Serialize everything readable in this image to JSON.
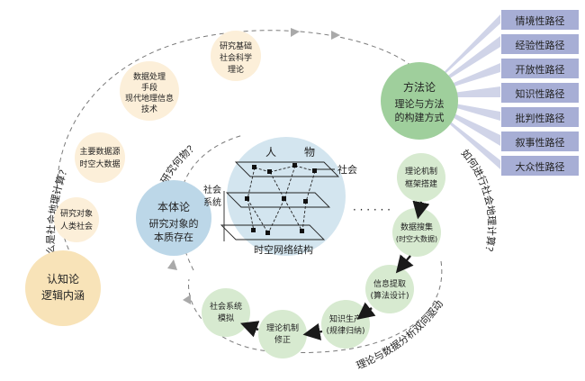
{
  "colors": {
    "epistemology": "#f8e3b8",
    "ontology": "#bcd7e8",
    "ontology_dark": "#c6dbe9",
    "methodology": "#9fcf9c",
    "steps": "#d7ead0",
    "topics": "#fcefd9",
    "paths": "#a7aed5",
    "rays": "#c8cde5",
    "network_bg": "#d3e5ef",
    "dashed": "#7a7a7a",
    "dark_arrow": "#1a1a1a"
  },
  "arcs": {
    "what_is": "什么是社会地理计算？",
    "research_what": "研究何物？",
    "how_to": "如何进行社会地理计算？",
    "theory_data": "理论与数据分析双向驱动"
  },
  "epistemology": {
    "title": "认知论",
    "subtitle": "逻辑内涵"
  },
  "topics": [
    {
      "lines": [
        "研究对象",
        "人类社会"
      ]
    },
    {
      "lines": [
        "主要数据源",
        "时空大数据"
      ]
    },
    {
      "lines": [
        "数据处理",
        "手段",
        "现代地理信息",
        "技术"
      ]
    },
    {
      "lines": [
        "研究基础",
        "社会科学",
        "理论"
      ]
    }
  ],
  "ontology": {
    "title": "本体论",
    "line1": "研究对象的",
    "line2": "本质存在"
  },
  "network": {
    "people_label": "人",
    "object_label": "物",
    "society_label": "社会",
    "system_label": "社会\n系统",
    "ellipsis": "· · · · · ·",
    "caption": "时空网络结构"
  },
  "methodology": {
    "title": "方法论",
    "line1": "理论与方法",
    "line2": "的构建方式"
  },
  "paths": [
    "情境性路径",
    "经验性路径",
    "开放性路径",
    "知识性路径",
    "批判性路径",
    "叙事性路径",
    "大众性路径"
  ],
  "steps": [
    {
      "lines": [
        "理论机制",
        "框架搭建"
      ]
    },
    {
      "lines": [
        "数据搜集",
        "(时空大数据)"
      ]
    },
    {
      "lines": [
        "信息提取",
        "(算法设计)"
      ]
    },
    {
      "lines": [
        "知识生产",
        "(规律归纳)"
      ]
    },
    {
      "lines": [
        "理论机制",
        "修正"
      ]
    },
    {
      "lines": [
        "社会系统",
        "模拟"
      ]
    }
  ]
}
